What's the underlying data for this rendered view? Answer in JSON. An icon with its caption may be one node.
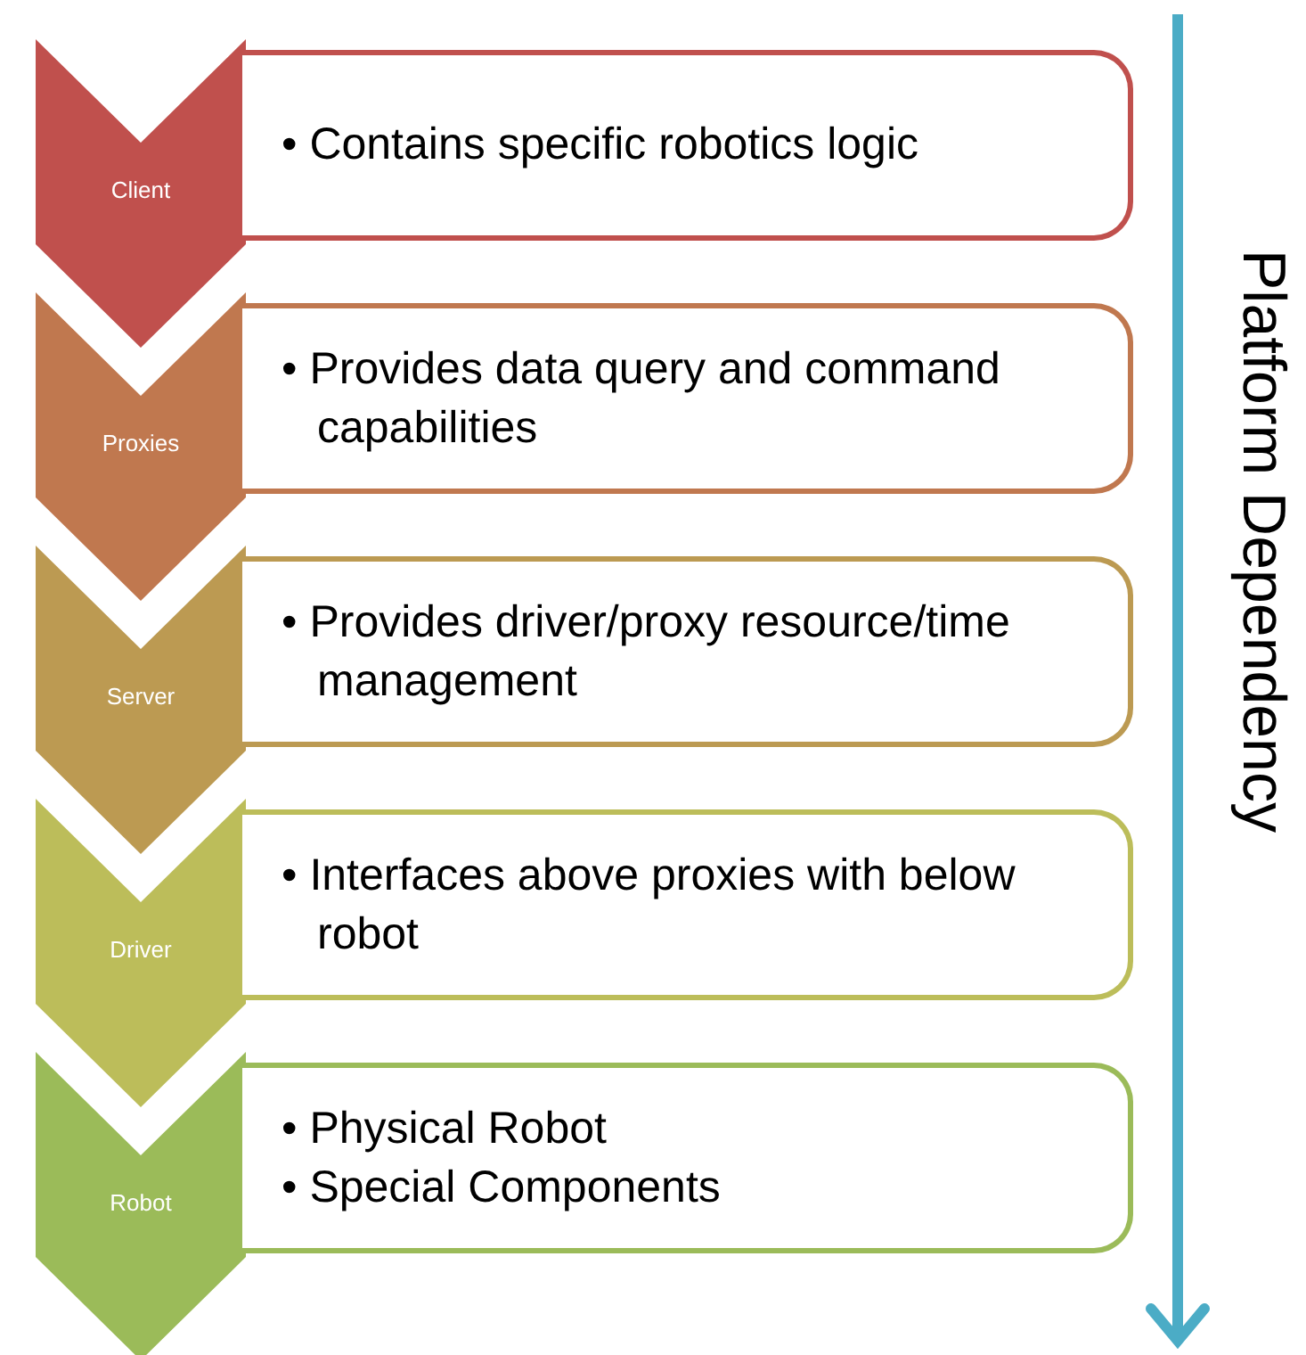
{
  "diagram": {
    "nodes": [
      {
        "text": [
          "Client"
        ]
      },
      {
        "text": [
          "• Contains specific robotics logic"
        ]
      },
      {
        "text": [
          "Proxies"
        ]
      },
      {
        "text": [
          "• Provides data query and command capabilities"
        ]
      },
      {
        "text": [
          "Server"
        ]
      },
      {
        "text": [
          "• Provides driver/proxy resource/time management"
        ]
      },
      {
        "text": [
          "Driver"
        ]
      },
      {
        "text": [
          "• Interfaces above proxies with below robot"
        ]
      },
      {
        "text": [
          "Robot"
        ]
      },
      {
        "text": [
          "• Physical Robot",
          "• Special Components"
        ]
      }
    ],
    "labels": [
      "Platform Dependency"
    ]
  }
}
